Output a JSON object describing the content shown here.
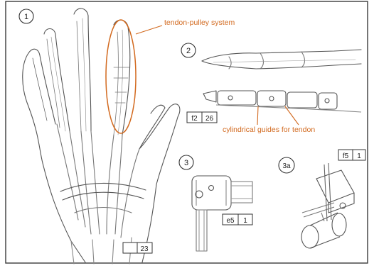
{
  "panels": {
    "p1": "1",
    "p2": "2",
    "p3": "3",
    "p3a": "3a"
  },
  "callouts": {
    "tendon_pulley": "tendon-pulley system",
    "cylindrical_guides": "cylindrical guides for tendon"
  },
  "tags": {
    "f2": {
      "code": "f2",
      "num": "26"
    },
    "e5": {
      "code": "e5",
      "num": "1"
    },
    "f5": {
      "code": "f5",
      "num": "1"
    },
    "hand": {
      "code": "",
      "num": "23"
    }
  },
  "colors": {
    "callout": "#d2691e",
    "ink": "#333333",
    "paper": "#ffffff"
  }
}
